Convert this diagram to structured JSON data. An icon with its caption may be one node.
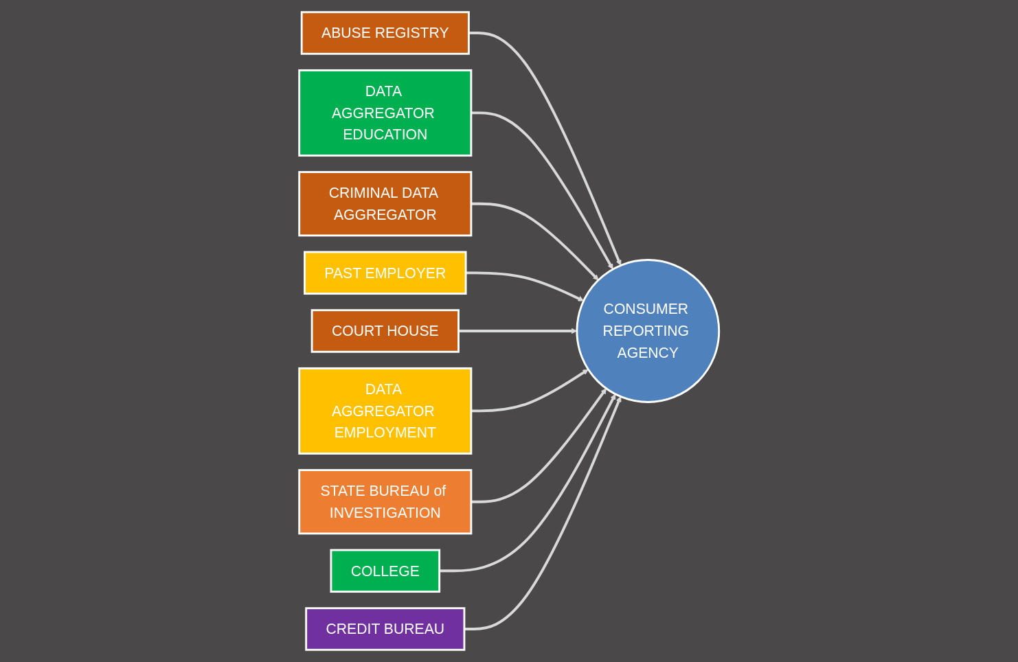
{
  "diagram": {
    "nodes": [
      {
        "text": [
          "CONSUMER REPORTING AGENCY"
        ]
      },
      {
        "text": [
          "ABUSE REGISTRY"
        ]
      },
      {
        "text": [
          "DATA AGGREGATOR EDUCATION"
        ]
      },
      {
        "text": [
          "CRIMINAL DATA AGGREGATOR"
        ]
      },
      {
        "text": [
          "PAST EMPLOYER"
        ]
      },
      {
        "text": [
          "COURT HOUSE"
        ]
      },
      {
        "text": [
          "DATA AGGREGATOR EMPLOYMENT"
        ]
      },
      {
        "text": [
          "STATE BUREAU of INVESTIGATION"
        ]
      },
      {
        "text": [
          "COLLEGE"
        ]
      },
      {
        "text": [
          "CREDIT BUREAU"
        ]
      }
    ],
    "edges": [
      {
        "from": 1,
        "to": 0,
        "arrow": "to"
      },
      {
        "from": 2,
        "to": 0,
        "arrow": "to"
      },
      {
        "from": 3,
        "to": 0,
        "arrow": "to"
      },
      {
        "from": 4,
        "to": 0,
        "arrow": "to"
      },
      {
        "from": 5,
        "to": 0,
        "arrow": "to"
      },
      {
        "from": 6,
        "to": 0,
        "arrow": "to"
      },
      {
        "from": 7,
        "to": 0,
        "arrow": "to"
      },
      {
        "from": 8,
        "to": 0,
        "arrow": "to"
      },
      {
        "from": 9,
        "to": 0,
        "arrow": "to"
      }
    ]
  }
}
